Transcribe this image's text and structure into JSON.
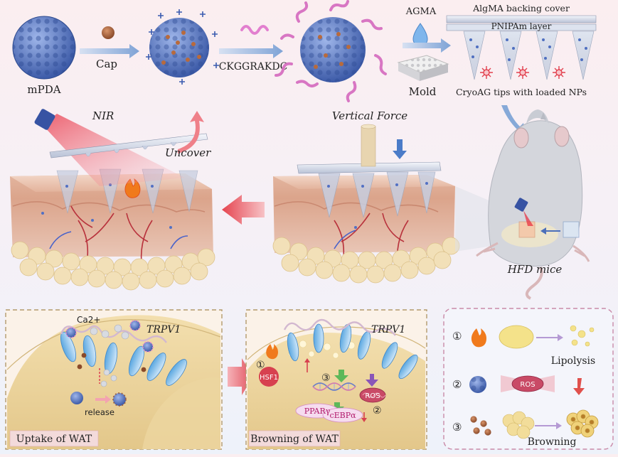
{
  "top": {
    "mpda_label": "mPDA",
    "cap_label": "Cap",
    "peptide_label": "CKGGRAKDC",
    "agma_label": "AGMA",
    "mold_label": "Mold",
    "backing_label": "AlgMA backing cover",
    "pnipam_label": "PNIPAm layer",
    "tips_label": "CryoAG tips with loaded NPs"
  },
  "middle": {
    "nir_label": "NIR",
    "uncover_label": "Uncover",
    "force_label": "Vertical Force",
    "mice_label": "HFD mice"
  },
  "bottom": {
    "panel1": {
      "ca_label": "Ca2+",
      "trpv_label": "TRPV1",
      "release_label": "release",
      "title": "Uptake of WAT"
    },
    "panel2": {
      "trpv_label": "TRPV1",
      "hsf_label": "HSF1",
      "ros_label": "ROS",
      "ppar_label": "PPARγ",
      "cebp_label": "cEBPα",
      "num1": "①",
      "num2": "②",
      "num3": "③",
      "title": "Browning of WAT"
    },
    "panel3": {
      "num1": "①",
      "num2": "②",
      "num3": "③",
      "lipolysis_label": "Lipolysis",
      "ros_label": "ROS",
      "browning_label": "Browning"
    }
  }
}
